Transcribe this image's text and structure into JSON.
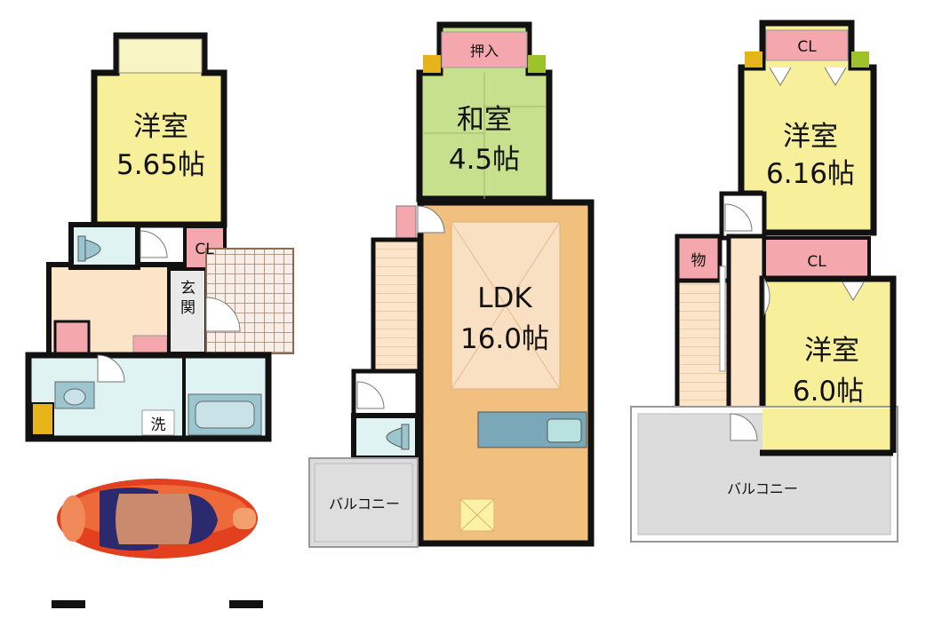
{
  "floor1": {
    "room_western": {
      "name": "洋室",
      "size": "5.65帖"
    },
    "closet": "CL",
    "entrance": "玄関",
    "washroom": "洗"
  },
  "floor2": {
    "room_japanese": {
      "name": "和室",
      "size": "4.5帖"
    },
    "oshiire": "押入",
    "ldk": {
      "name": "LDK",
      "size": "16.0帖"
    },
    "balcony": "バルコニー"
  },
  "floor3": {
    "room_west_a": {
      "name": "洋室",
      "size": "6.16帖"
    },
    "room_west_b": {
      "name": "洋室",
      "size": "6.0帖"
    },
    "closet_a": "CL",
    "closet_b": "CL",
    "storage": "物",
    "balcony": "バルコニー"
  },
  "colors": {
    "western_room": "#f7ef9a",
    "japanese_room": "#c6e08e",
    "ldk_floor": "#f2c07e",
    "ldk_center": "#fae0c2",
    "hall": "#fbe4c8",
    "closet": "#f4a7ac",
    "wet_area": "#dff3f2",
    "fixture": "#9bc6cf",
    "balcony": "#dcdcdc",
    "tile": "#b08670",
    "car": "#e2401e",
    "wall": "#111111"
  }
}
